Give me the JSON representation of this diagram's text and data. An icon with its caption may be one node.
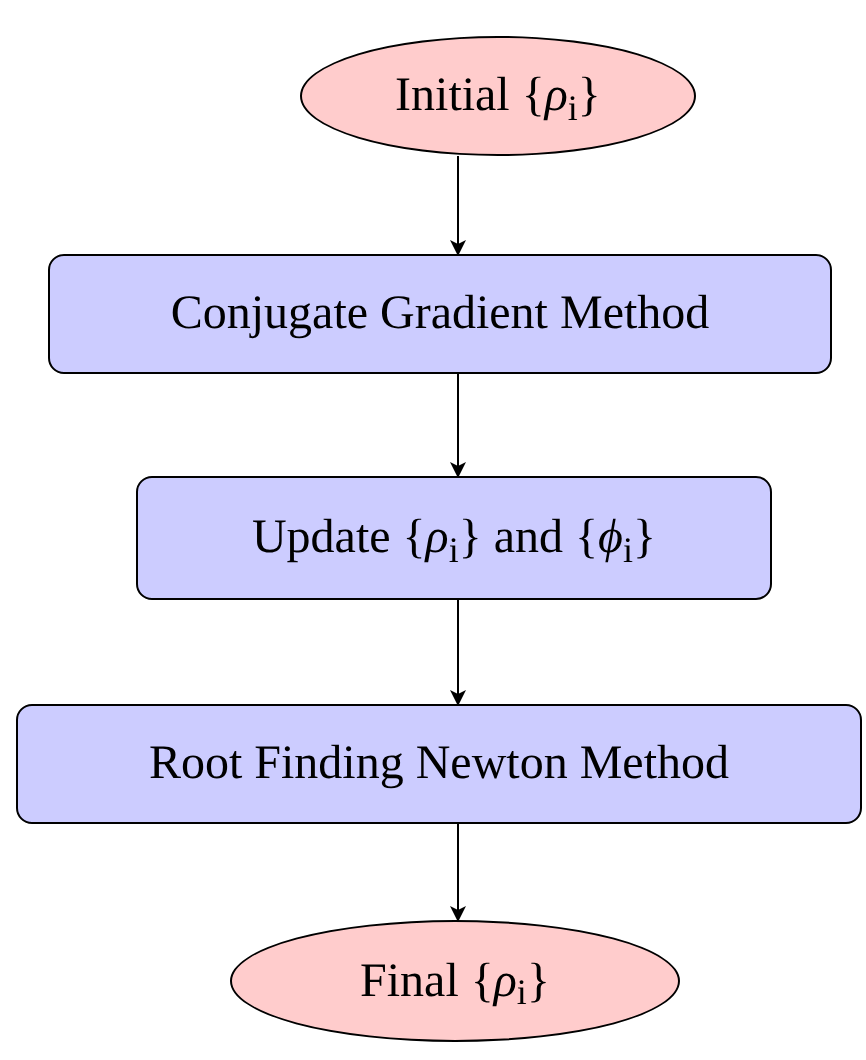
{
  "diagram": {
    "nodes": [
      {
        "text": [
          "Initial {*ρ*$_{i}$}"
        ]
      },
      {
        "text": [
          "Conjugate Gradient Method"
        ]
      },
      {
        "text": [
          "Update {*ρ*$_{i}$} and {*ϕ*$_{i}$}"
        ]
      },
      {
        "text": [
          "Root Finding Newton Method"
        ]
      },
      {
        "text": [
          "Final {*ρ*$_{i}$}"
        ]
      }
    ],
    "edges": [
      {
        "from": 0,
        "to": 1,
        "arrow": "to"
      },
      {
        "from": 1,
        "to": 2,
        "arrow": "to"
      },
      {
        "from": 2,
        "to": 3,
        "arrow": "to"
      },
      {
        "from": 3,
        "to": 4,
        "arrow": "to"
      }
    ]
  }
}
